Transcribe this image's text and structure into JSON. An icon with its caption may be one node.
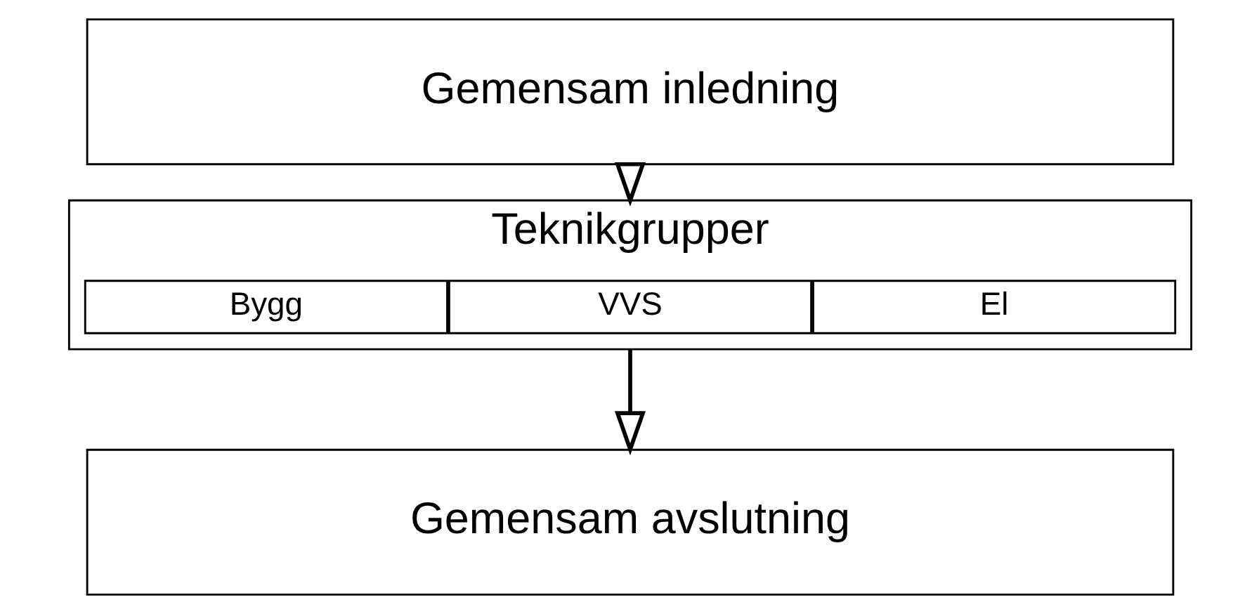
{
  "diagram": {
    "nodes": [
      {
        "text": [
          "Gemensam inledning"
        ]
      },
      {
        "text": [
          "Teknikgrupper"
        ]
      },
      {
        "text": [
          "Bygg"
        ],
        "in": 1
      },
      {
        "text": [
          "VVS"
        ],
        "in": 1
      },
      {
        "text": [
          "El"
        ],
        "in": 1
      },
      {
        "text": [
          "Gemensam avslutning"
        ]
      }
    ],
    "edges": [
      {
        "from": 0,
        "to": 1,
        "arrow": "to"
      },
      {
        "from": 1,
        "to": 5,
        "arrow": "to"
      }
    ]
  }
}
